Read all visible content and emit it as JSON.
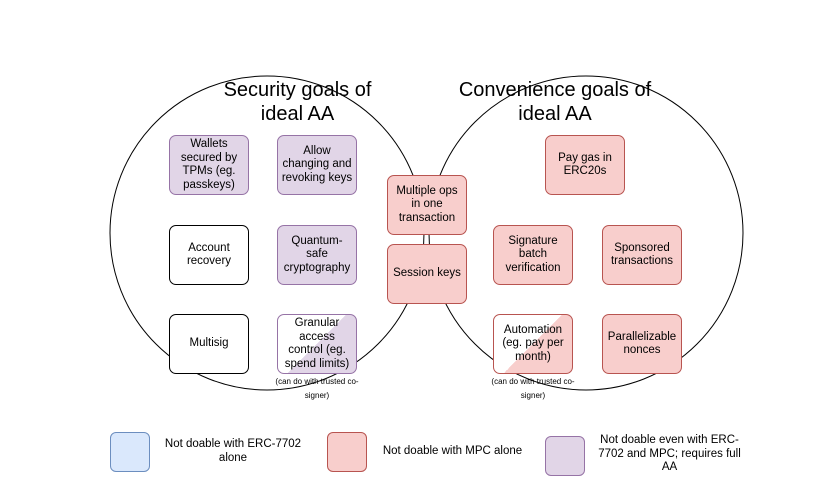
{
  "diagram": {
    "left_circle_title": "Security goals of ideal AA",
    "right_circle_title": "Convenience goals of ideal AA",
    "security_boxes": {
      "wallets_tpm": "Wallets secured by TPMs (eg. passkeys)",
      "allow_changing_keys": "Allow changing and revoking keys",
      "account_recovery": "Account recovery",
      "quantum_safe": "Quantum-safe cryptography",
      "multisig": "Multisig",
      "granular_access": "Granular access control (eg. spend limits)",
      "granular_note": "(can do with trusted co-signer)"
    },
    "overlap_boxes": {
      "multiple_ops": "Multiple ops in one transaction",
      "session_keys": "Session keys"
    },
    "convenience_boxes": {
      "pay_gas": "Pay gas in ERC20s",
      "signature_batch": "Signature batch verification",
      "sponsored": "Sponsored transactions",
      "automation": "Automation (eg. pay per month)",
      "automation_note": "(can do with trusted co-signer)",
      "parallelizable": "Parallelizable nonces"
    }
  },
  "legend": [
    {
      "label": "Not doable with ERC-7702 alone",
      "color": "#dae8fc",
      "border": "#6c8ebf"
    },
    {
      "label": "Not doable with MPC alone",
      "color": "#f8cecc",
      "border": "#b85450"
    },
    {
      "label": "Not doable even with ERC-7702 and MPC; requires full AA",
      "color": "#e1d5e7",
      "border": "#9673a6"
    }
  ],
  "colors": {
    "purple_fill": "#e1d5e7",
    "red_fill": "#f8cecc",
    "white_fill": "#ffffff"
  }
}
